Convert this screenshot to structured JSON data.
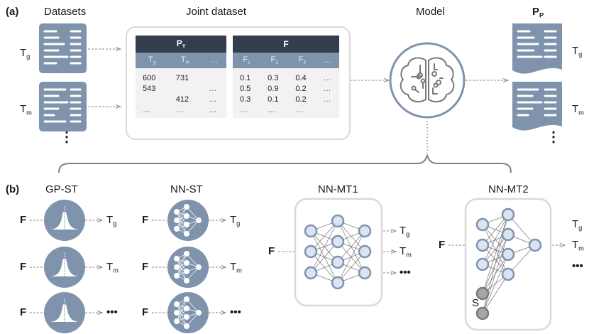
{
  "panel_a": {
    "label": "(a)",
    "datasets_title": "Datasets",
    "joint_title": "Joint dataset",
    "model_title": "Model",
    "output_title": "P",
    "output_title_sub": "P",
    "dataset_rows": [
      {
        "name": "T",
        "sub": "g"
      },
      {
        "name": "T",
        "sub": "m"
      }
    ],
    "output_rows": [
      {
        "name": "T",
        "sub": "g"
      },
      {
        "name": "T",
        "sub": "m"
      }
    ],
    "ellipsis_vertical": "⋮",
    "table": {
      "group1": {
        "title": "P",
        "title_sub": "T",
        "columns": [
          {
            "name": "T",
            "sub": "g"
          },
          {
            "name": "T",
            "sub": "m"
          },
          {
            "name": "…",
            "sub": ""
          }
        ]
      },
      "group2": {
        "title": "F",
        "columns": [
          {
            "name": "F",
            "sub": "1"
          },
          {
            "name": "F",
            "sub": "2"
          },
          {
            "name": "F",
            "sub": "3"
          },
          {
            "name": "…",
            "sub": ""
          }
        ]
      },
      "rows1": [
        [
          "600",
          "731",
          ""
        ],
        [
          "543",
          "",
          "…"
        ],
        [
          "",
          "412",
          "…"
        ],
        [
          "…",
          "…",
          "…"
        ]
      ],
      "rows2": [
        [
          "0.1",
          "0.3",
          "0.4",
          "…"
        ],
        [
          "0.5",
          "0.9",
          "0.2",
          "…"
        ],
        [
          "0.3",
          "0.1",
          "0.2",
          "…"
        ],
        [
          "…",
          "…",
          "…",
          ""
        ]
      ]
    },
    "model_icon": "brain-circuit-icon"
  },
  "panel_b": {
    "label": "(b)",
    "input": "F",
    "models": [
      {
        "title": "GP-ST",
        "icon": "gaussian-curve-icon",
        "outputs": [
          {
            "name": "T",
            "sub": "g"
          },
          {
            "name": "T",
            "sub": "m"
          },
          {
            "name": "•••",
            "sub": ""
          }
        ]
      },
      {
        "title": "NN-ST",
        "icon": "neural-network-icon",
        "outputs": [
          {
            "name": "T",
            "sub": "g"
          },
          {
            "name": "T",
            "sub": "m"
          },
          {
            "name": "•••",
            "sub": ""
          }
        ]
      },
      {
        "title": "NN-MT1",
        "icon": "multi-output-network-icon",
        "outputs": [
          {
            "name": "T",
            "sub": "g"
          },
          {
            "name": "T",
            "sub": "m"
          },
          {
            "name": "•••",
            "sub": ""
          }
        ]
      },
      {
        "title": "NN-MT2",
        "icon": "conditioned-network-icon",
        "extra_input": "S",
        "outputs": [
          {
            "name": "T",
            "sub": "g"
          },
          {
            "name": "T",
            "sub": "m"
          },
          {
            "name": "•••",
            "sub": ""
          }
        ]
      }
    ]
  },
  "colors": {
    "slate": "#7f93ad",
    "dark_header": "#323d4e",
    "node_fill": "#dbe4f3",
    "node_stroke": "#7f93ad",
    "gray_node": "#a6a6a6",
    "box_border": "#d9d9d9",
    "arrow": "#8a8a8a"
  }
}
